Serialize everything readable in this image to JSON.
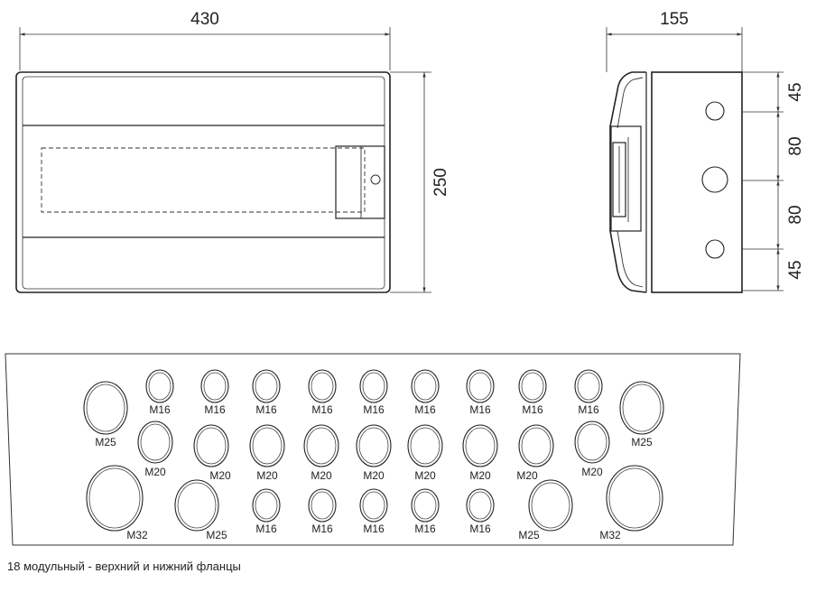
{
  "front_view": {
    "width_dim": "430",
    "height_dim": "250"
  },
  "side_view": {
    "depth_dim": "155",
    "spacing_dims": [
      "45",
      "80",
      "80",
      "45"
    ]
  },
  "flange": {
    "holes": [
      {
        "label": "M16",
        "row": 1
      },
      {
        "label": "M16",
        "row": 1
      },
      {
        "label": "M16",
        "row": 1
      },
      {
        "label": "M16",
        "row": 1
      },
      {
        "label": "M16",
        "row": 1
      },
      {
        "label": "M16",
        "row": 1
      },
      {
        "label": "M16",
        "row": 1
      },
      {
        "label": "M16",
        "row": 1
      },
      {
        "label": "M16",
        "row": 1
      },
      {
        "label": "M25",
        "row": 1
      },
      {
        "label": "M25",
        "row": 1
      },
      {
        "label": "M20",
        "row": 2
      },
      {
        "label": "M20",
        "row": 2
      },
      {
        "label": "M20",
        "row": 2
      },
      {
        "label": "M20",
        "row": 2
      },
      {
        "label": "M20",
        "row": 2
      },
      {
        "label": "M20",
        "row": 2
      },
      {
        "label": "M20",
        "row": 2
      },
      {
        "label": "M20",
        "row": 2
      },
      {
        "label": "M20",
        "row": 2
      },
      {
        "label": "M32",
        "row": 3
      },
      {
        "label": "M25",
        "row": 3
      },
      {
        "label": "M16",
        "row": 3
      },
      {
        "label": "M16",
        "row": 3
      },
      {
        "label": "M16",
        "row": 3
      },
      {
        "label": "M16",
        "row": 3
      },
      {
        "label": "M16",
        "row": 3
      },
      {
        "label": "M25",
        "row": 3
      },
      {
        "label": "M32",
        "row": 3
      }
    ]
  },
  "caption": "18 модульный - верхний и нижний фланцы"
}
